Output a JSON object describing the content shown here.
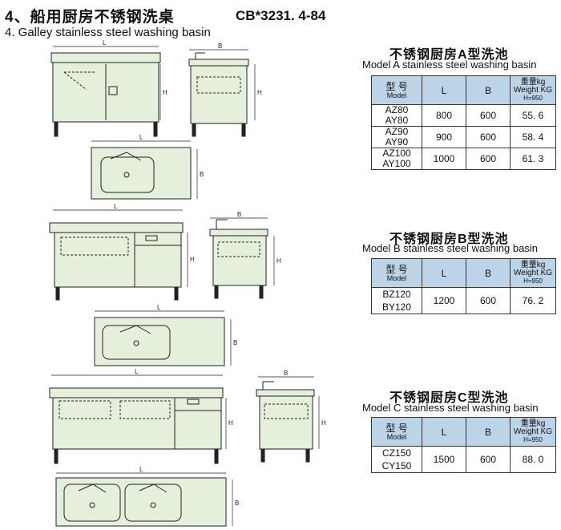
{
  "header": {
    "title_cn": "4、船用厨房不锈钢洗桌",
    "standard_code": "CB*3231. 4-84",
    "title_en": "4.  Galley stainless steel washing basin"
  },
  "drawing_labels": {
    "length": "L",
    "width": "B",
    "height": "H"
  },
  "table_headers": {
    "model_cn": "型 号",
    "model_en": "Model",
    "length": "L",
    "width": "B",
    "weight_cn": "重量kg",
    "weight_en": "Weight KG",
    "weight_note": "H=950"
  },
  "models": [
    {
      "title_cn": "不锈钢厨房A型洗池",
      "title_en": "Model A  stainless steel washing basin",
      "rows": [
        {
          "models": [
            "AZ80",
            "AY80"
          ],
          "L": "800",
          "B": "600",
          "weight": "55. 6"
        },
        {
          "models": [
            "AZ90",
            "AY90"
          ],
          "L": "900",
          "B": "600",
          "weight": "58. 4"
        },
        {
          "models": [
            "AZ100",
            "AY100"
          ],
          "L": "1000",
          "B": "600",
          "weight": "61. 3"
        }
      ]
    },
    {
      "title_cn": "不锈钢厨房B型洗池",
      "title_en": "Model B  stainless steel washing basin",
      "rows": [
        {
          "models": [
            "BZ120",
            "BY120"
          ],
          "L": "1200",
          "B": "600",
          "weight": "76. 2"
        }
      ]
    },
    {
      "title_cn": "不锈钢厨房C型洗池",
      "title_en": "Model C  stainless steel washing basin",
      "rows": [
        {
          "models": [
            "CZ150",
            "CY150"
          ],
          "L": "1500",
          "B": "600",
          "weight": "88. 0"
        }
      ]
    }
  ],
  "colors": {
    "drawing_fill": "#e4f0dc",
    "line": "#222222",
    "table_header": "#bcd4e8"
  }
}
